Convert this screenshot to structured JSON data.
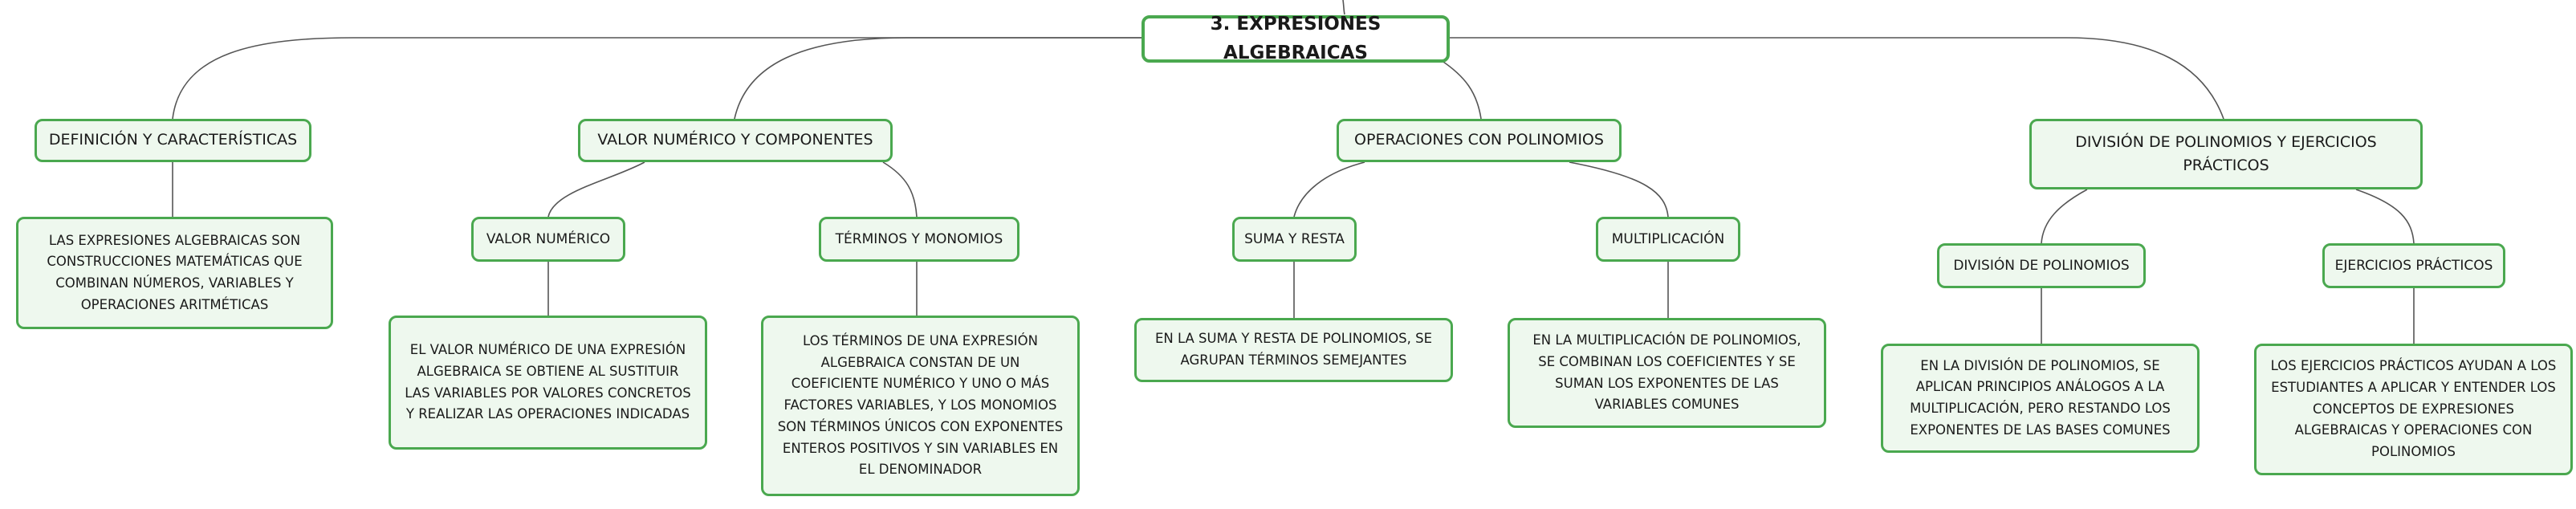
{
  "mindmap": {
    "root": {
      "label": "3. EXPRESIONES ALGEBRAICAS"
    },
    "branches": [
      {
        "label": "DEFINICIÓN Y CARACTERÍSTICAS",
        "leaf": "LAS EXPRESIONES ALGEBRAICAS SON CONSTRUCCIONES MATEMÁTICAS QUE COMBINAN NÚMEROS, VARIABLES Y OPERACIONES ARITMÉTICAS"
      },
      {
        "label": "VALOR NUMÉRICO Y COMPONENTES",
        "children": [
          {
            "label": "VALOR NUMÉRICO",
            "leaf": "EL VALOR NUMÉRICO DE UNA EXPRESIÓN ALGEBRAICA SE OBTIENE AL SUSTITUIR LAS VARIABLES POR VALORES CONCRETOS Y REALIZAR LAS OPERACIONES INDICADAS"
          },
          {
            "label": "TÉRMINOS Y MONOMIOS",
            "leaf": "LOS TÉRMINOS DE UNA EXPRESIÓN ALGEBRAICA CONSTAN DE UN COEFICIENTE NUMÉRICO Y UNO O MÁS FACTORES VARIABLES, Y LOS MONOMIOS SON TÉRMINOS ÚNICOS CON EXPONENTES ENTEROS POSITIVOS Y SIN VARIABLES EN EL DENOMINADOR"
          }
        ]
      },
      {
        "label": "OPERACIONES CON POLINOMIOS",
        "children": [
          {
            "label": "SUMA Y RESTA",
            "leaf": "EN LA SUMA Y RESTA DE POLINOMIOS, SE AGRUPAN TÉRMINOS SEMEJANTES"
          },
          {
            "label": "MULTIPLICACIÓN",
            "leaf": "EN LA MULTIPLICACIÓN DE POLINOMIOS, SE COMBINAN LOS COEFICIENTES Y SE SUMAN LOS EXPONENTES DE LAS VARIABLES COMUNES"
          }
        ]
      },
      {
        "label": "DIVISIÓN DE POLINOMIOS Y EJERCICIOS PRÁCTICOS",
        "children": [
          {
            "label": "DIVISIÓN DE POLINOMIOS",
            "leaf": "EN LA DIVISIÓN DE POLINOMIOS, SE APLICAN PRINCIPIOS ANÁLOGOS A LA MULTIPLICACIÓN, PERO RESTANDO LOS EXPONENTES DE LAS BASES COMUNES"
          },
          {
            "label": "EJERCICIOS PRÁCTICOS",
            "leaf": "LOS EJERCICIOS PRÁCTICOS AYUDAN A LOS ESTUDIANTES A APLICAR Y ENTENDER LOS CONCEPTOS DE EXPRESIONES ALGEBRAICAS Y OPERACIONES CON POLINOMIOS"
          }
        ]
      }
    ],
    "colors": {
      "border": "#4aa84f",
      "fill": "#eef8ee",
      "line": "#555555"
    }
  }
}
